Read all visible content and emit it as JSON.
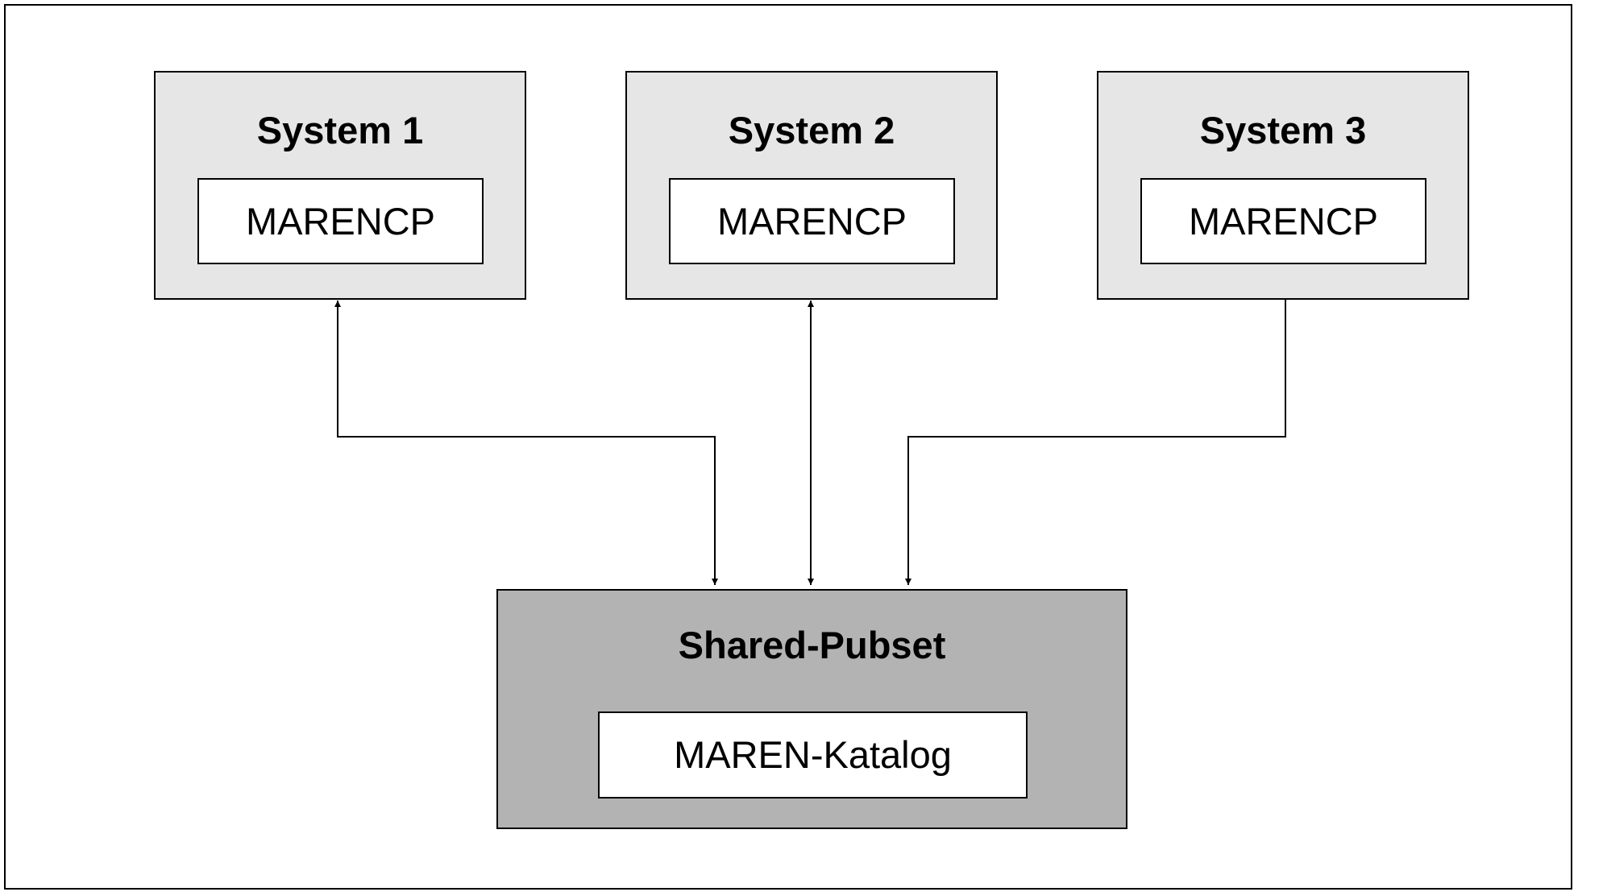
{
  "systems": [
    {
      "title": "System 1",
      "component": "MARENCP"
    },
    {
      "title": "System 2",
      "component": "MARENCP"
    },
    {
      "title": "System 3",
      "component": "MARENCP"
    }
  ],
  "pubset": {
    "title": "Shared-Pubset",
    "catalog": "MAREN-Katalog"
  },
  "colors": {
    "system_fill": "#e6e6e6",
    "pubset_fill": "#b3b3b3",
    "line": "#000000"
  }
}
